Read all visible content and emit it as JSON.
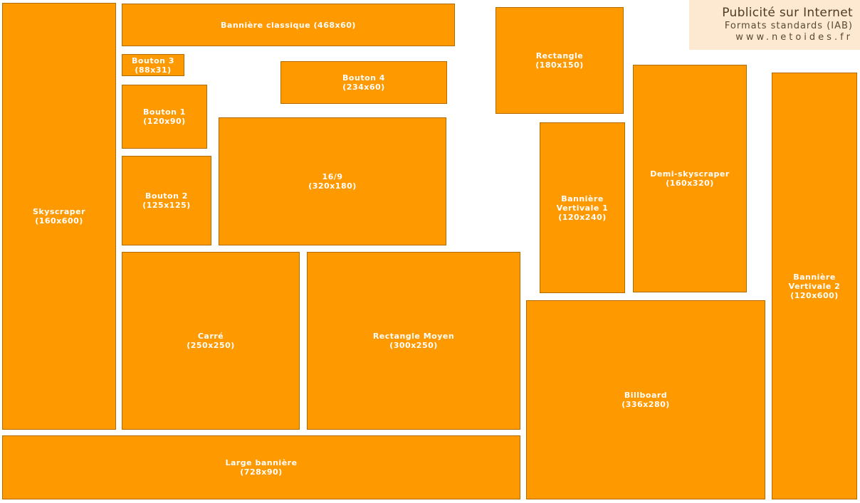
{
  "header": {
    "title": "Publicité sur Internet",
    "subtitle": "Formats standards (IAB)",
    "url": "www.netoides.fr"
  },
  "colors": {
    "box_fill": "#ff9900",
    "box_border": "#b36b00",
    "box_text": "#ffffff",
    "header_bg": "#fde9d2",
    "header_text": "#4d3b22"
  },
  "formats": {
    "skyscraper": "Skyscraper\n(160x600)",
    "classic_banner": "Bannière classique (468x60)",
    "bouton3": "Bouton 3\n(88x31)",
    "bouton4": "Bouton 4\n(234x60)",
    "bouton1": "Bouton 1\n(120x90)",
    "bouton2": "Bouton 2\n(125x125)",
    "widescreen": "16/9\n(320x180)",
    "carre": "Carré\n(250x250)",
    "rectangle_moyen": "Rectangle Moyen\n(300x250)",
    "large_banniere": "Large bannière\n(728x90)",
    "rectangle": "Rectangle\n(180x150)",
    "banniere_verticale_1": "Bannière\nVertivale 1\n(120x240)",
    "demi_skyscraper": "Demi-skyscraper\n(160x320)",
    "billboard": "Billboard\n(336x280)",
    "banniere_verticale_2": "Bannière\nVertivale 2\n(120x600)"
  }
}
